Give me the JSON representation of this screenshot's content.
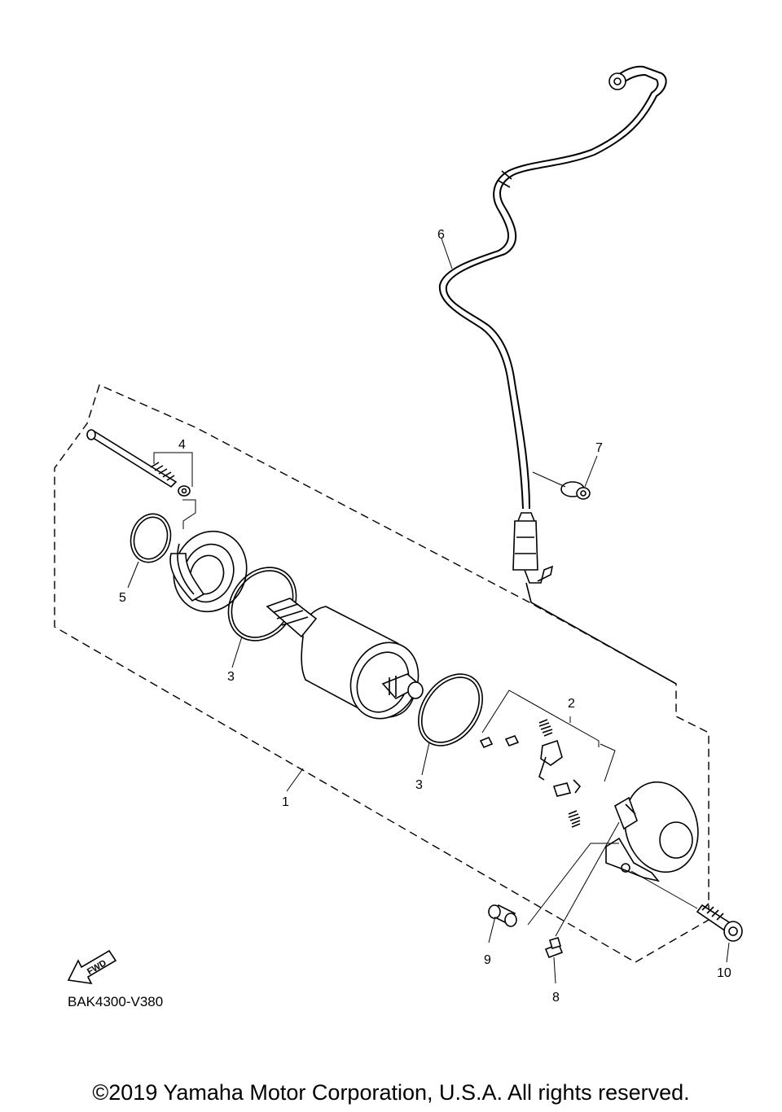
{
  "diagram": {
    "callouts": [
      {
        "id": "1",
        "text": "1"
      },
      {
        "id": "2",
        "text": "2"
      },
      {
        "id": "3a",
        "text": "3"
      },
      {
        "id": "3b",
        "text": "3"
      },
      {
        "id": "4",
        "text": "4"
      },
      {
        "id": "5",
        "text": "5"
      },
      {
        "id": "6",
        "text": "6"
      },
      {
        "id": "7",
        "text": "7"
      },
      {
        "id": "8",
        "text": "8"
      },
      {
        "id": "9",
        "text": "9"
      },
      {
        "id": "10",
        "text": "10"
      }
    ],
    "fwd_label": "FWD",
    "diagram_code": "BAK4300-V380"
  },
  "footer": {
    "copyright": "©2019 Yamaha Motor Corporation, U.S.A. All rights reserved."
  }
}
